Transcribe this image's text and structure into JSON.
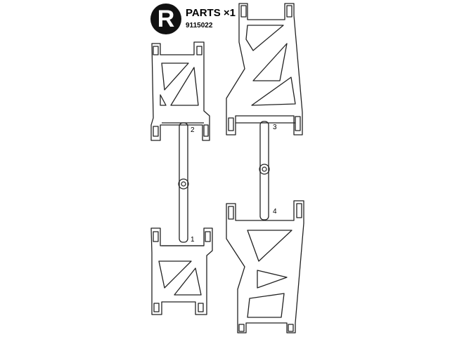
{
  "sheet": {
    "letter": "R",
    "title": "PARTS ×1",
    "code": "9115022"
  },
  "parts": [
    {
      "id": "1",
      "label": "1"
    },
    {
      "id": "2",
      "label": "2"
    },
    {
      "id": "3",
      "label": "3"
    },
    {
      "id": "4",
      "label": "4"
    }
  ]
}
